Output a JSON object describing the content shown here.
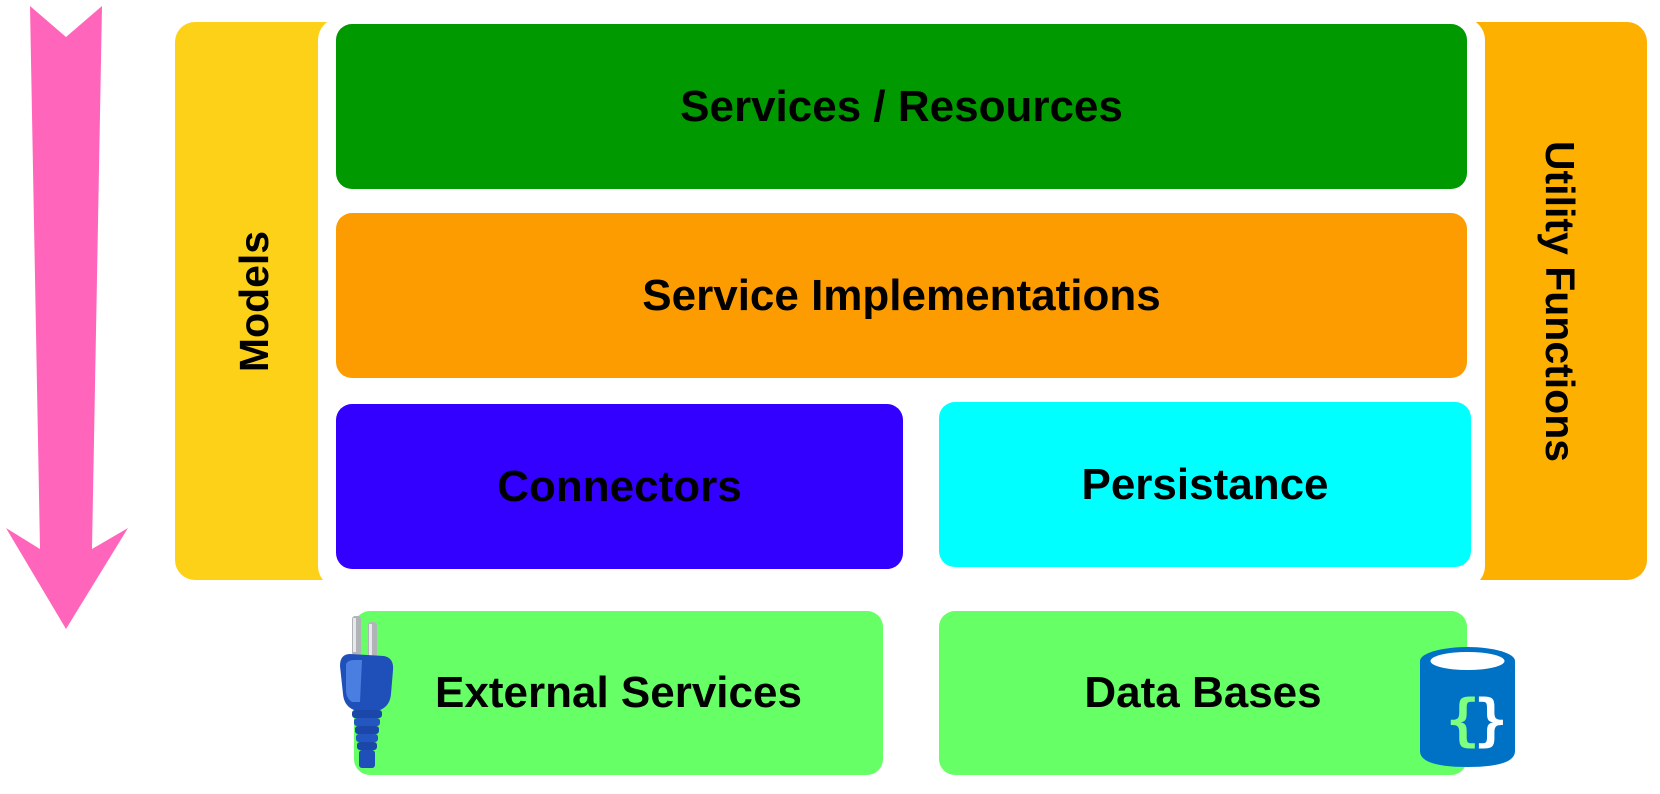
{
  "diagram": {
    "layers": {
      "services": "Services / Resources",
      "implementations": "Service Implementations",
      "connectors": "Connectors",
      "persistance": "Persistance",
      "external_services": "External Services",
      "data_bases": "Data Bases"
    },
    "side_labels": {
      "models": "Models",
      "utility": "Utility Functions"
    },
    "icons": {
      "plug": "plug-icon",
      "database": "database-icon",
      "arrow": "down-arrow-icon"
    },
    "colors": {
      "services": "#009900",
      "implementations": "#fd9c01",
      "connectors": "#3300ff",
      "persistance": "#00ffff",
      "external": "#66ff66",
      "models": "#fcd118",
      "utility": "#fdb000",
      "arrow": "#ff66bb",
      "database_icon": "#0072c6"
    }
  }
}
